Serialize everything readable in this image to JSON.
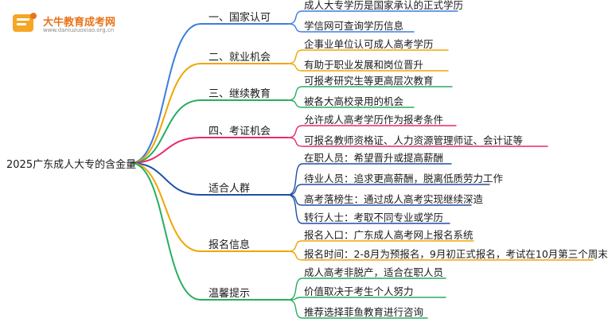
{
  "logo": {
    "title": "大牛教育成考网",
    "url": "www.daniuzuoxiao.org.cn"
  },
  "root": "2025广东成人大专的含金量",
  "branches": [
    {
      "label": "一、国家认可",
      "color": "#3b7de0",
      "leaves": [
        "成人大专学历是国家承认的正式学历",
        "学信网可查询学历信息"
      ]
    },
    {
      "label": "二、就业机会",
      "color": "#f0a500",
      "leaves": [
        "企事业单位认可成人高考学历",
        "有助于职业发展和岗位晋升"
      ]
    },
    {
      "label": "三、继续教育",
      "color": "#27ae60",
      "leaves": [
        "可报考研究生等更高层次教育",
        "被各大高校录用的机会"
      ]
    },
    {
      "label": "四、考证机会",
      "color": "#e8286e",
      "leaves": [
        "允许成人高考学历作为报考条件",
        "可报名教师资格证、人力资源管理师证、会计证等"
      ]
    },
    {
      "label": "适合人群",
      "color": "#1e4fa8",
      "leaves": [
        "在职人员：希望晋升或提高薪酬",
        "待业人员：追求更高薪酬，脱离低质劳力工作",
        "高考落榜生：通过成人高考实现继续深造",
        "转行人士：考取不同专业或学历"
      ]
    },
    {
      "label": "报名信息",
      "color": "#f0a500",
      "leaves": [
        "报名入口：广东成人高考网上报名系统",
        "报名时间：2-8月为预报名，9月初正式报名，考试在10月第三个周末"
      ]
    },
    {
      "label": "温馨提示",
      "color": "#27ae60",
      "leaves": [
        "成人高考非脱产，适合在职人员",
        "价值取决于考生个人努力",
        "推荐选择菲鱼教育进行咨询"
      ]
    }
  ]
}
